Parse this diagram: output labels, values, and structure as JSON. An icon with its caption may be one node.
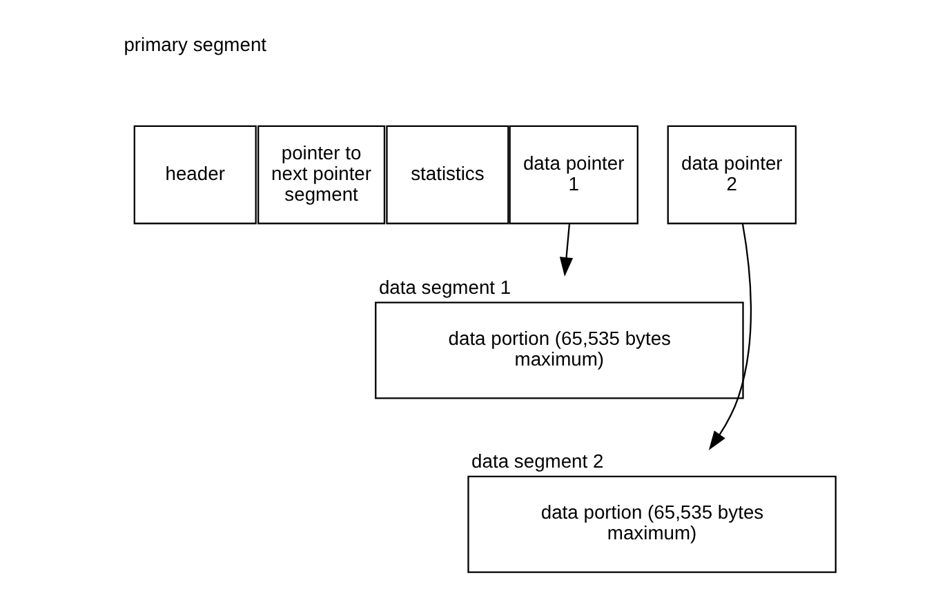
{
  "diagram": {
    "nodes": [
      {
        "text": [
          "header"
        ]
      },
      {
        "text": [
          "pointer to next pointer segment"
        ]
      },
      {
        "text": [
          "statistics"
        ]
      },
      {
        "text": [
          "data pointer 1"
        ]
      },
      {
        "text": [
          "data pointer 2"
        ]
      },
      {
        "text": [
          "data segment 1",
          "data portion (65,535 bytes maximum)"
        ]
      },
      {
        "text": [
          "data segment 2",
          "data portion (65,535 bytes maximum)"
        ]
      }
    ],
    "edges": [
      {
        "from": 3,
        "to": 5,
        "arrow": "to"
      },
      {
        "from": 4,
        "to": 6,
        "arrow": "to"
      }
    ],
    "labels": [
      "primary segment"
    ]
  }
}
